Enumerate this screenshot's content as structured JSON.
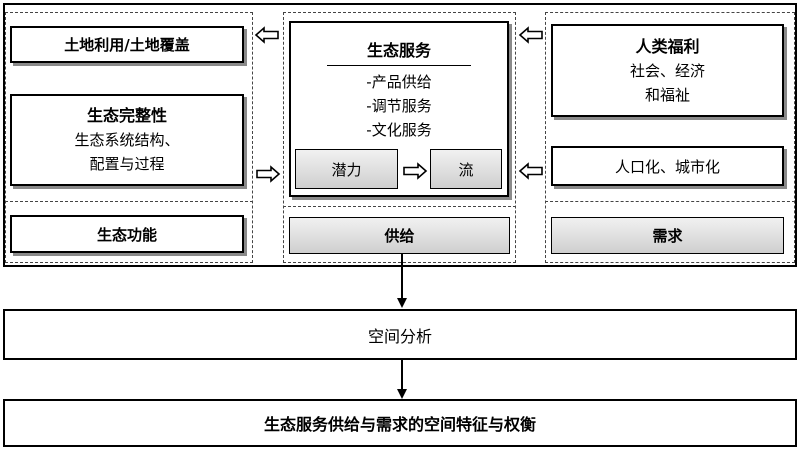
{
  "left": {
    "land_use": "土地利用/土地覆盖",
    "integrity_title": "生态完整性",
    "integrity_line1": "生态系统结构、",
    "integrity_line2": "配置与过程",
    "function": "生态功能"
  },
  "center": {
    "services_title": "生态服务",
    "services_items": [
      "-产品供给",
      "-调节服务",
      "-文化服务"
    ],
    "potential": "潜力",
    "flow": "流",
    "supply": "供给"
  },
  "right": {
    "welfare_title": "人类福利",
    "welfare_line1": "社会、经济",
    "welfare_line2": "和福祉",
    "urban": "人口化、城市化",
    "demand": "需求"
  },
  "bottom": {
    "spatial_analysis": "空间分析",
    "conclusion": "生态服务供给与需求的空间特征与权衡"
  }
}
